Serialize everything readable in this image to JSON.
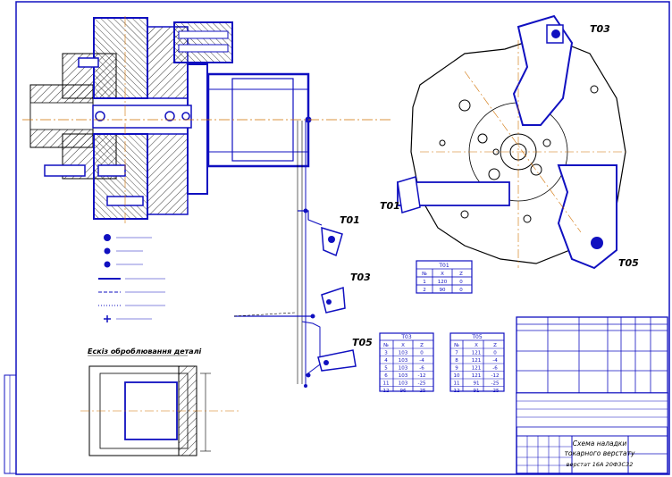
{
  "labels": {
    "t03_top": "T03",
    "t01_turret": "T01",
    "t05_turret": "T05",
    "t01_tool": "T01",
    "t03_tool": "T03",
    "t05_tool": "T05",
    "section_title": "Ескіз оброблювання деталі"
  },
  "tables": {
    "t01": {
      "title": "T01",
      "header": [
        "№",
        "X",
        "Z"
      ],
      "rows": [
        [
          "1",
          "120",
          "0"
        ],
        [
          "2",
          "90",
          "0"
        ]
      ]
    },
    "t03": {
      "title": "T03",
      "header": [
        "№",
        "X",
        "Z"
      ],
      "rows": [
        [
          "3",
          "103",
          "0"
        ],
        [
          "4",
          "103",
          "-4"
        ],
        [
          "5",
          "103",
          "-6"
        ],
        [
          "6",
          "103",
          "-12"
        ],
        [
          "11",
          "103",
          "-25"
        ],
        [
          "12",
          "96",
          "-25"
        ]
      ]
    },
    "t05": {
      "title": "T05",
      "header": [
        "№",
        "X",
        "Z"
      ],
      "rows": [
        [
          "7",
          "121",
          "0"
        ],
        [
          "8",
          "121",
          "-4"
        ],
        [
          "9",
          "121",
          "-6"
        ],
        [
          "10",
          "121",
          "-12"
        ],
        [
          "11",
          "91",
          "-25"
        ],
        [
          "12",
          "91",
          "-25"
        ]
      ]
    }
  },
  "title_block": {
    "name_line1": "Схема наладки",
    "name_line2": "токарного верстату",
    "name_line3": "верстат 16А 20Ф3С32"
  },
  "colors": {
    "outline": "#1010c0",
    "hatch": "#000000",
    "axis": "#d07000"
  }
}
